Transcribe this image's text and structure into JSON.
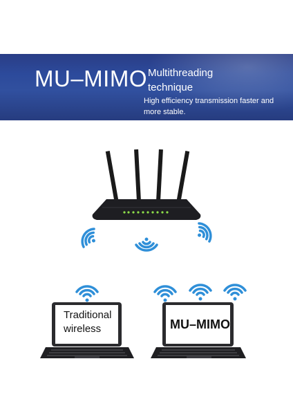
{
  "banner": {
    "title": "MU–MIMO",
    "subtitle": "Multithreading technique",
    "description": "High efficiency transmission faster and more stable."
  },
  "laptops": [
    {
      "screen_text": "Traditional wireless"
    },
    {
      "screen_text": "MU–MIMO"
    }
  ],
  "icons": {
    "wifi_color": "#2f8fd8"
  }
}
